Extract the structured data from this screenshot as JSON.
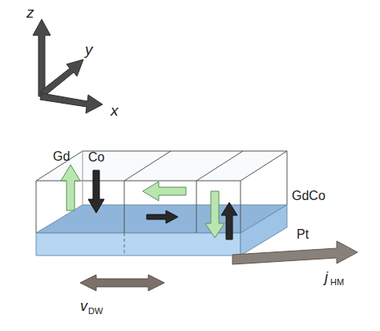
{
  "diagram": {
    "labels": [
      "z",
      "y",
      "x",
      "Gd",
      "Co",
      "GdCo",
      "Pt",
      "j",
      "HM",
      "v",
      "DW"
    ]
  }
}
